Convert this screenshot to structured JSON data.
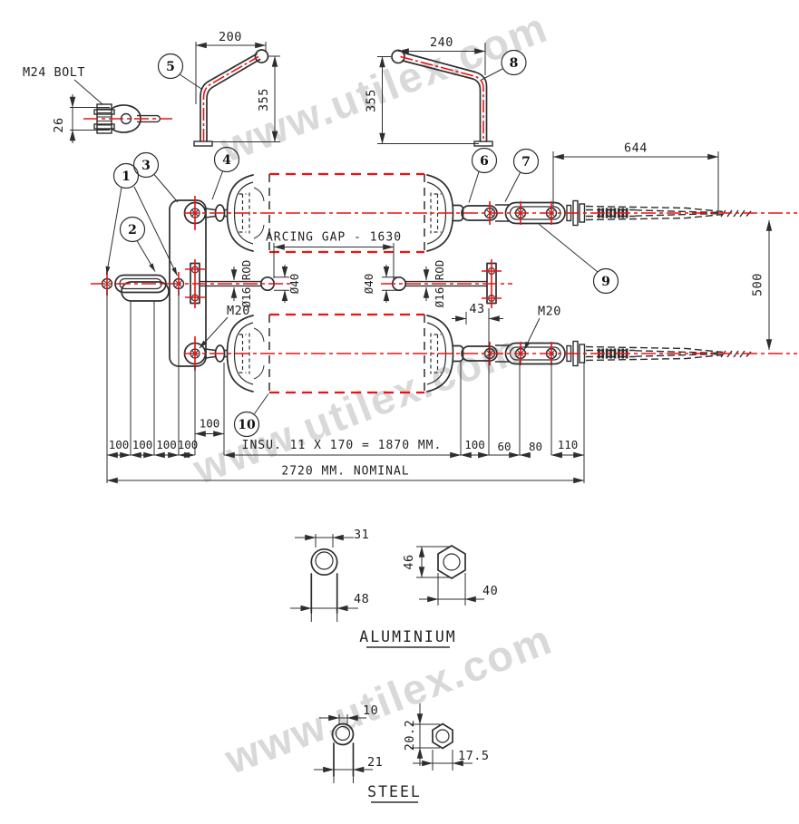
{
  "drawing": {
    "watermark": "www.utilex.com",
    "colors": {
      "line": "#2e2e2e",
      "centerline": "#f01010",
      "watermark": "#d9d9d9"
    }
  },
  "m24_detail": {
    "label": "M24 BOLT",
    "dim_height": "26"
  },
  "horn_left": {
    "callout": "5",
    "dim_top": "200",
    "dim_side": "355"
  },
  "horn_right": {
    "callout": "8",
    "dim_top": "240",
    "dim_side": "355"
  },
  "assembly": {
    "callout_1": "1",
    "callout_2": "2",
    "callout_3": "3",
    "callout_4": "4",
    "callout_6": "6",
    "callout_7": "7",
    "callout_9": "9",
    "callout_10": "10",
    "arcing_gap_note": "ARCING GAP - 1630",
    "rod_label_left": "Ø16 ROD",
    "rod_label_right": "Ø16 ROD",
    "ball_label_left": "Ø40",
    "ball_label_right": "Ø40",
    "m20_label_left": "M20",
    "m20_label_right": "M20",
    "dim_644": "644",
    "dim_500": "500",
    "dim_43": "43",
    "dim_100_a": "100",
    "dim_100_b": "100",
    "dim_100_c": "100",
    "dim_100_d": "100",
    "dim_100_upper": "100",
    "insulator_note": "INSU. 11 X 170 = 1870 MM.",
    "dim_100_e": "100",
    "dim_60": "60",
    "dim_80": "80",
    "dim_110": "110",
    "overall_note": "2720 MM. NOMINAL"
  },
  "aluminium_detail": {
    "title": "ALUMINIUM",
    "tube_bore": "31",
    "tube_od": "48",
    "nut_height": "46",
    "nut_width": "40"
  },
  "steel_detail": {
    "title": "STEEL",
    "tube_bore": "10",
    "tube_od": "21",
    "nut_height": "20.2",
    "nut_width": "17.5"
  }
}
